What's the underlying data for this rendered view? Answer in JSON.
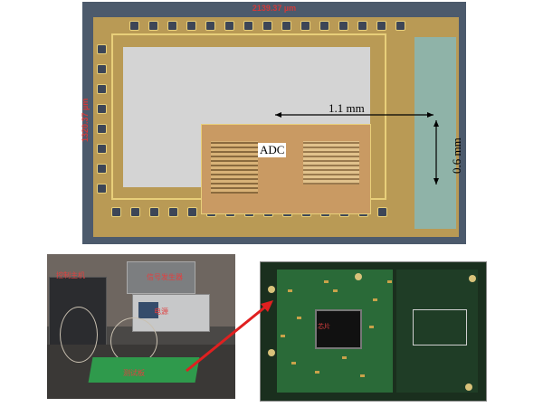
{
  "chip": {
    "width_label": "2139.37 µm",
    "height_label": "1320.37 µm",
    "adc_label": "ADC",
    "length_horizontal": "1.1 mm",
    "length_vertical": "0.6 mm"
  },
  "bench": {
    "label_host": "控制主机",
    "label_source": "信号发生器",
    "label_power": "电源",
    "label_board": "测试板"
  },
  "board": {
    "chip_label": "芯片"
  },
  "colors": {
    "annotation_red": "#d23a3a",
    "die_gold": "#b99a55",
    "pcb_green": "#2a6a38"
  }
}
